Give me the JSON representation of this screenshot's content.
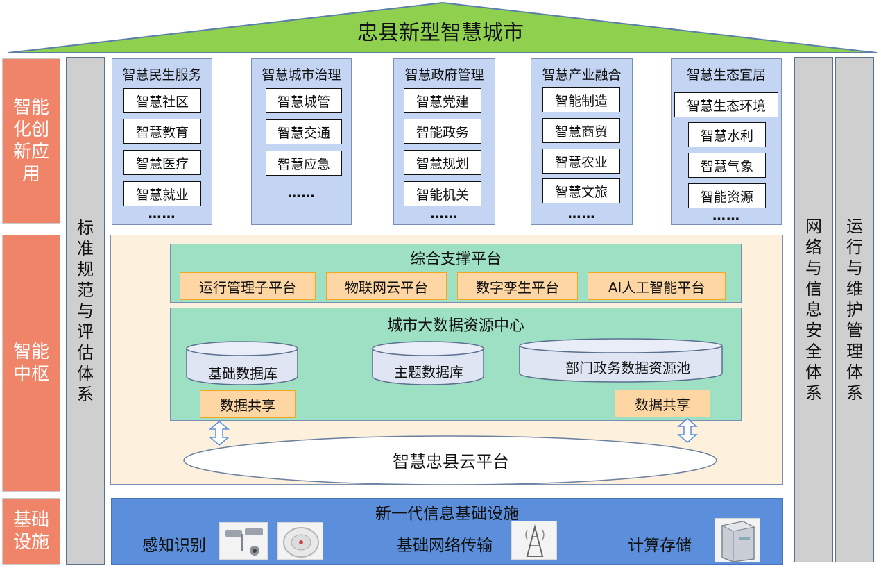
{
  "title": "忠县新型智慧城市",
  "left_labels": {
    "app": "智能化创新应用",
    "hub": "智能中枢",
    "infra": "基础设施"
  },
  "left_pillar": [
    "标",
    "准",
    "规",
    "范",
    "与",
    "评",
    "估",
    "体",
    "系"
  ],
  "right_pillar_1": [
    "网",
    "络",
    "与",
    "信",
    "息",
    "安",
    "全",
    "体",
    "系"
  ],
  "right_pillar_2": [
    "运",
    "行",
    "与",
    "维",
    "护",
    "管",
    "理",
    "体",
    "系"
  ],
  "apps": [
    {
      "title": "智慧民生服务",
      "items": [
        "智慧社区",
        "智慧教育",
        "智慧医疗",
        "智慧就业"
      ],
      "more": "……"
    },
    {
      "title": "智慧城市治理",
      "items": [
        "智慧城管",
        "智慧交通",
        "智慧应急"
      ],
      "more": "……"
    },
    {
      "title": "智慧政府管理",
      "items": [
        "智慧党建",
        "智能政务",
        "智慧规划",
        "智能机关"
      ],
      "more": "……"
    },
    {
      "title": "智慧产业融合",
      "items": [
        "智能制造",
        "智慧商贸",
        "智慧农业",
        "智慧文旅"
      ],
      "more": "……"
    },
    {
      "title": "智慧生态宜居",
      "items": [
        "智慧生态环境",
        "智慧水利",
        "智慧气象",
        "智能资源"
      ],
      "more": "……"
    }
  ],
  "support_platform": {
    "title": "综合支撑平台",
    "items": [
      "运行管理子平台",
      "物联网云平台",
      "数字孪生平台",
      "AI人工智能平台"
    ]
  },
  "data_center": {
    "title": "城市大数据资源中心",
    "databases": [
      "基础数据库",
      "主题数据库",
      "部门政务数据资源池"
    ],
    "share_left": "数据共享",
    "share_right": "数据共享"
  },
  "cloud": "智慧忠县云平台",
  "infrastructure": {
    "title": "新一代信息基础设施",
    "sense": "感知识别",
    "network": "基础网络传输",
    "compute": "计算存储",
    "icons": [
      "cctv-camera-icon",
      "smoke-detector-icon",
      "signal-tower-icon",
      "server-icon"
    ]
  },
  "colors": {
    "roof": "#8fd14f",
    "left_label": "#f08469",
    "pillar": "#cfcfcf",
    "app_bg": "#c4d5f3",
    "hub_bg": "#fdf0dc",
    "platform_green": "#9ee0c4",
    "platform_item": "#fdd6a3",
    "infra_blue": "#5b8fdc"
  }
}
